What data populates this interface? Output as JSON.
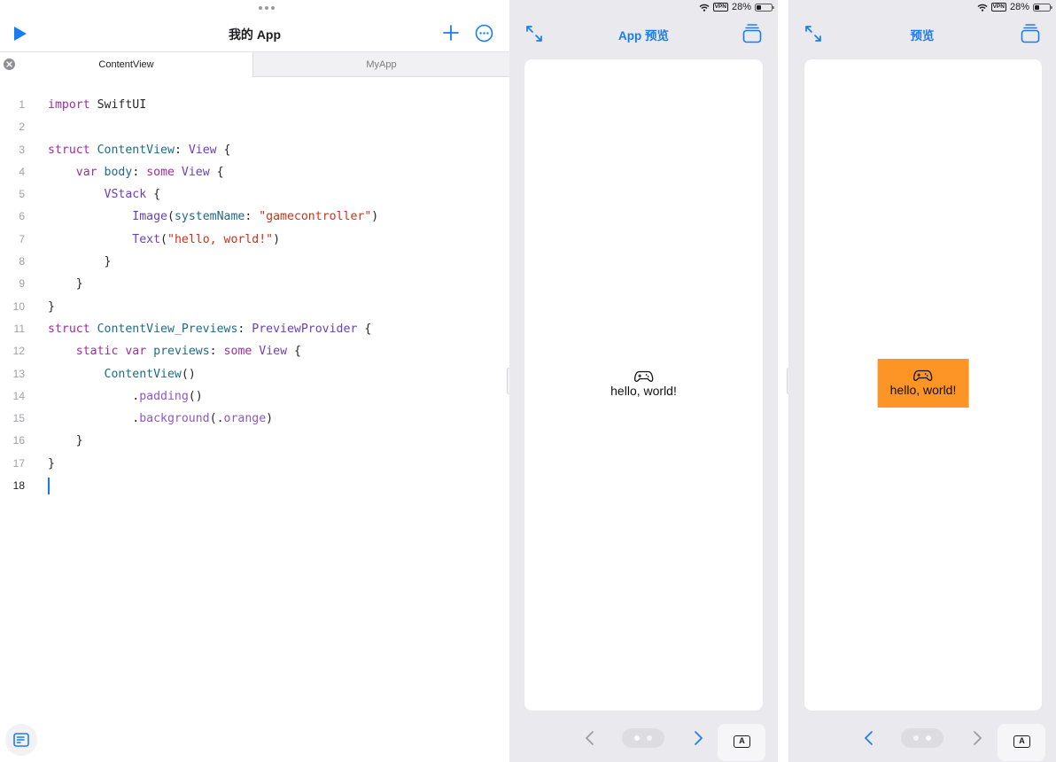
{
  "editor": {
    "title": "我的 App",
    "tabs": [
      {
        "label": "ContentView",
        "active": true
      },
      {
        "label": "MyApp",
        "active": false
      }
    ],
    "current_line": 18,
    "code_lines": [
      {
        "n": "1",
        "tokens": [
          [
            "kw",
            "import"
          ],
          [
            "pl",
            " SwiftUI"
          ]
        ]
      },
      {
        "n": "2",
        "tokens": []
      },
      {
        "n": "3",
        "tokens": [
          [
            "kw",
            "struct"
          ],
          [
            "pl",
            " "
          ],
          [
            "ty",
            "ContentView"
          ],
          [
            "pl",
            ": "
          ],
          [
            "sw",
            "View"
          ],
          [
            "pl",
            " {"
          ]
        ]
      },
      {
        "n": "4",
        "tokens": [
          [
            "pl",
            "    "
          ],
          [
            "kw",
            "var"
          ],
          [
            "pl",
            " "
          ],
          [
            "ty",
            "body"
          ],
          [
            "pl",
            ": "
          ],
          [
            "kw",
            "some"
          ],
          [
            "pl",
            " "
          ],
          [
            "sw",
            "View"
          ],
          [
            "pl",
            " {"
          ]
        ]
      },
      {
        "n": "5",
        "tokens": [
          [
            "pl",
            "        "
          ],
          [
            "sw",
            "VStack"
          ],
          [
            "pl",
            " {"
          ]
        ]
      },
      {
        "n": "6",
        "tokens": [
          [
            "pl",
            "            "
          ],
          [
            "sw",
            "Image"
          ],
          [
            "pl",
            "("
          ],
          [
            "ty",
            "systemName"
          ],
          [
            "pl",
            ": "
          ],
          [
            "str",
            "\"gamecontroller\""
          ],
          [
            "pl",
            ")"
          ]
        ]
      },
      {
        "n": "7",
        "tokens": [
          [
            "pl",
            "            "
          ],
          [
            "sw",
            "Text"
          ],
          [
            "pl",
            "("
          ],
          [
            "str",
            "\"hello, world!\""
          ],
          [
            "pl",
            ")"
          ]
        ]
      },
      {
        "n": "8",
        "tokens": [
          [
            "pl",
            "        }"
          ]
        ]
      },
      {
        "n": "9",
        "tokens": [
          [
            "pl",
            "    }"
          ]
        ]
      },
      {
        "n": "10",
        "tokens": [
          [
            "pl",
            "}"
          ]
        ]
      },
      {
        "n": "11",
        "tokens": [
          [
            "kw",
            "struct"
          ],
          [
            "pl",
            " "
          ],
          [
            "ty",
            "ContentView_Previews"
          ],
          [
            "pl",
            ": "
          ],
          [
            "sw",
            "PreviewProvider"
          ],
          [
            "pl",
            " {"
          ]
        ]
      },
      {
        "n": "12",
        "tokens": [
          [
            "pl",
            "    "
          ],
          [
            "kw",
            "static"
          ],
          [
            "pl",
            " "
          ],
          [
            "kw",
            "var"
          ],
          [
            "pl",
            " "
          ],
          [
            "ty",
            "previews"
          ],
          [
            "pl",
            ": "
          ],
          [
            "kw",
            "some"
          ],
          [
            "pl",
            " "
          ],
          [
            "sw",
            "View"
          ],
          [
            "pl",
            " {"
          ]
        ]
      },
      {
        "n": "13",
        "tokens": [
          [
            "pl",
            "        "
          ],
          [
            "ty",
            "ContentView"
          ],
          [
            "pl",
            "()"
          ]
        ]
      },
      {
        "n": "14",
        "tokens": [
          [
            "pl",
            "            ."
          ],
          [
            "mth",
            "padding"
          ],
          [
            "pl",
            "()"
          ]
        ]
      },
      {
        "n": "15",
        "tokens": [
          [
            "pl",
            "            ."
          ],
          [
            "mth",
            "background"
          ],
          [
            "pl",
            "(."
          ],
          [
            "mth",
            "orange"
          ],
          [
            "pl",
            ")"
          ]
        ]
      },
      {
        "n": "16",
        "tokens": [
          [
            "pl",
            "    }"
          ]
        ]
      },
      {
        "n": "17",
        "tokens": [
          [
            "pl",
            "}"
          ]
        ]
      },
      {
        "n": "18",
        "tokens": []
      }
    ]
  },
  "status_bar": {
    "vpn": "VPN",
    "battery": "28%"
  },
  "preview_panes": [
    {
      "title": "App 预览",
      "content_text": "hello, world!",
      "icon": "gamecontroller-icon",
      "background": "#ffffff",
      "pager_active": 0,
      "prev_enabled": false,
      "next_enabled": true
    },
    {
      "title": "预览",
      "content_text": "hello, world!",
      "icon": "gamecontroller-icon",
      "background": "#fd9426",
      "pager_active": 1,
      "prev_enabled": true,
      "next_enabled": false
    }
  ],
  "a_button_label": "A",
  "colors": {
    "accent": "#1a7cf4",
    "orange": "#fd9426"
  }
}
